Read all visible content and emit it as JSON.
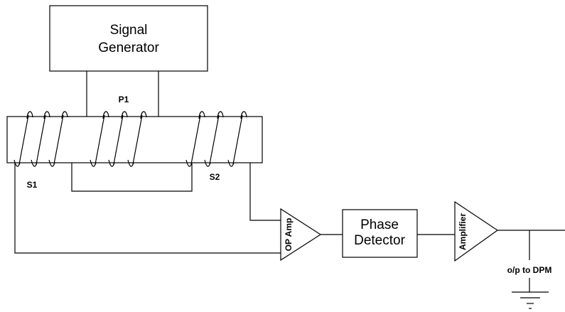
{
  "diagram": {
    "signal_generator": {
      "line1": "Signal",
      "line2": "Generator"
    },
    "primary_coil_label": "P1",
    "secondary_coil_1_label": "S1",
    "secondary_coil_2_label": "S2",
    "op_amp_label": "OP Amp",
    "phase_detector": {
      "line1": "Phase",
      "line2": "Detector"
    },
    "amplifier_label": "Amplifier",
    "output_label": "o/p to DPM",
    "coil_turns": {
      "s1": 3,
      "p1": 3,
      "s2": 3
    },
    "line_color": "#000000",
    "background_color": "#ffffff"
  }
}
